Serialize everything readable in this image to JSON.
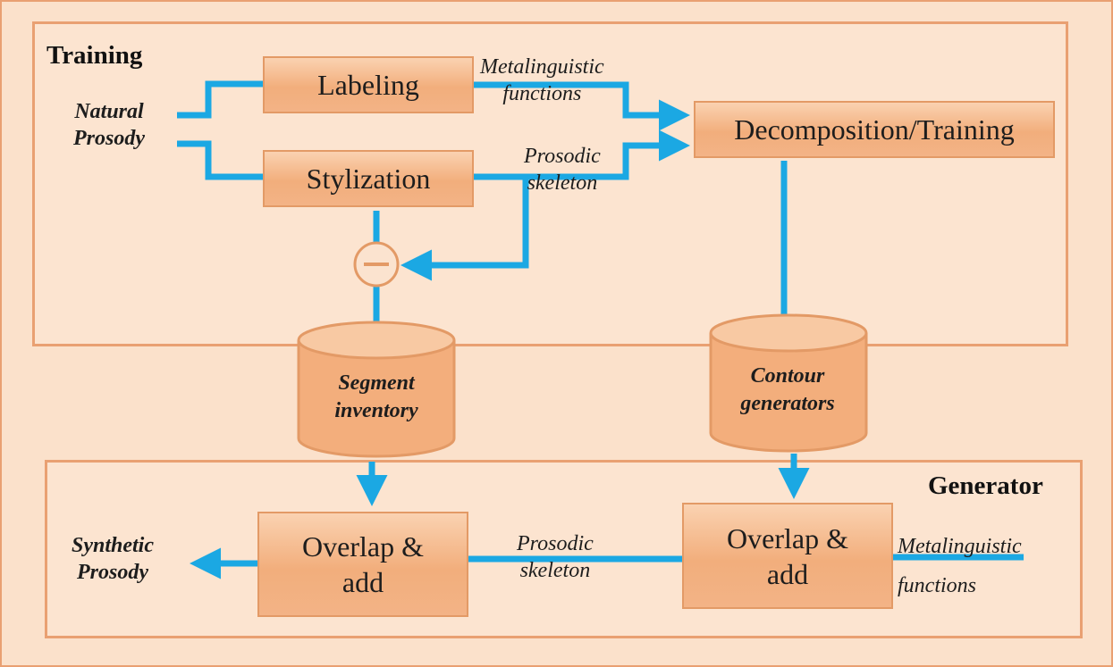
{
  "training": {
    "title": "Training",
    "input_label": [
      "Natural",
      "Prosody"
    ],
    "labeling": "Labeling",
    "stylization": "Stylization",
    "metalinguistic_label": [
      "Metalinguistic",
      "functions"
    ],
    "prosodic_label": [
      "Prosodic",
      "skeleton"
    ],
    "decomposition": "Decomposition/Training",
    "subtract_symbol": "−"
  },
  "stores": {
    "segment_inventory": [
      "Segment",
      "inventory"
    ],
    "contour_generators": [
      "Contour",
      "generators"
    ]
  },
  "generator": {
    "title": "Generator",
    "overlap_left": [
      "Overlap &",
      "add"
    ],
    "overlap_right": [
      "Overlap &",
      "add"
    ],
    "prosodic_label": [
      "Prosodic",
      "skeleton"
    ],
    "metalinguistic_label": [
      "Metalinguistic",
      "functions"
    ],
    "output_label": [
      "Synthetic",
      "Prosody"
    ]
  },
  "colors": {
    "arrow": "#1ba8e3",
    "border": "#e9a072",
    "box_fill": "#f2ae7c",
    "background": "#fbe1cb"
  }
}
